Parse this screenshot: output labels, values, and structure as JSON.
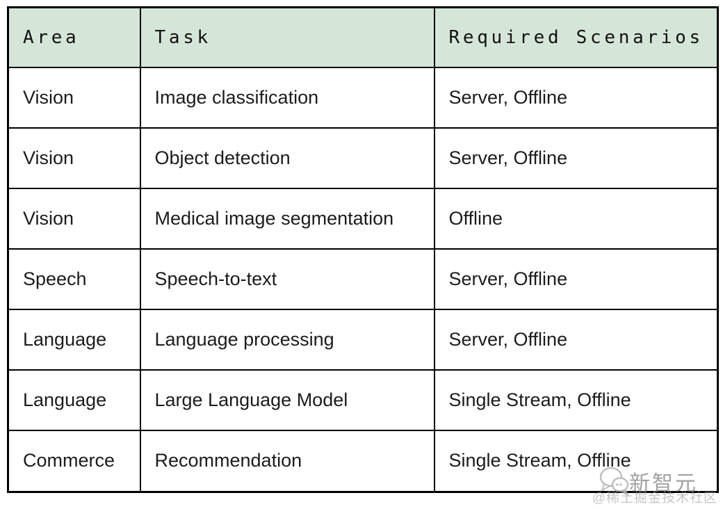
{
  "table": {
    "columns": [
      {
        "key": "area",
        "label": "Area"
      },
      {
        "key": "task",
        "label": "Task"
      },
      {
        "key": "scenarios",
        "label": "Required Scenarios"
      }
    ],
    "rows": [
      {
        "area": "Vision",
        "task": "Image classification",
        "scenarios": "Server, Offline"
      },
      {
        "area": "Vision",
        "task": "Object detection",
        "scenarios": "Server, Offline"
      },
      {
        "area": "Vision",
        "task": "Medical image segmentation",
        "scenarios": "Offline"
      },
      {
        "area": "Speech",
        "task": "Speech-to-text",
        "scenarios": "Server, Offline"
      },
      {
        "area": "Language",
        "task": "Language processing",
        "scenarios": "Server, Offline"
      },
      {
        "area": "Language",
        "task": "Large Language Model",
        "scenarios": "Single Stream, Offline"
      },
      {
        "area": "Commerce",
        "task": "Recommendation",
        "scenarios": "Single Stream, Offline"
      }
    ]
  },
  "watermark": {
    "brand": "新智元",
    "credit": "@稀土掘金技术社区",
    "logo_icon": "chat-bubbles-icon"
  },
  "colors": {
    "header_bg": "#d5e6d9",
    "border": "#000000",
    "body_text": "#1c1c1c",
    "watermark_brand": "#828282",
    "watermark_credit": "#a0a0a0"
  }
}
